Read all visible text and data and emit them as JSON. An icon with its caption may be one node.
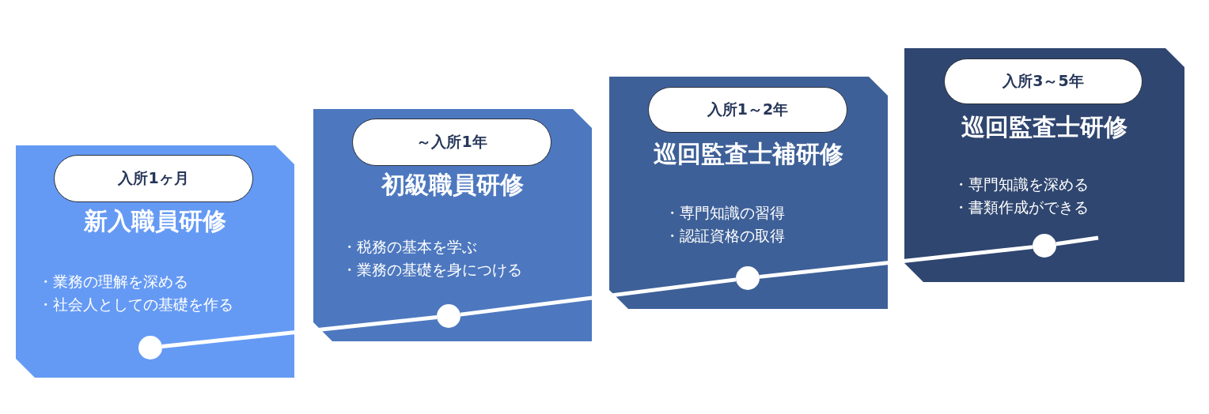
{
  "diagram": {
    "nodes": [
      {
        "text": [
          "新入職員研修",
          "・業務の理解を深める",
          "・社会人としての基礎を作る"
        ]
      },
      {
        "text": [
          "入所1ヶ月"
        ],
        "in": 0
      },
      {
        "text": [
          "初級職員研修",
          "・税務の基本を学ぶ",
          "・業務の基礎を身につける"
        ]
      },
      {
        "text": [
          "～入所1年"
        ],
        "in": 2
      },
      {
        "text": [
          "巡回監査士補研修",
          "・専門知識の習得",
          "・認証資格の取得"
        ]
      },
      {
        "text": [
          "入所1～2年"
        ],
        "in": 4
      },
      {
        "text": [
          "巡回監査士研修",
          "・専門知識を深める",
          "・書類作成ができる"
        ]
      },
      {
        "text": [
          "入所3～5年"
        ],
        "in": 6
      },
      {
        "text": [],
        "shape": "circle",
        "in": 0
      },
      {
        "text": [],
        "shape": "circle",
        "in": 2
      },
      {
        "text": [],
        "shape": "circle",
        "in": 4
      },
      {
        "text": [],
        "shape": "circle",
        "in": 6
      }
    ],
    "edges": [
      {
        "from": 8,
        "to": 9,
        "arrow": "none"
      },
      {
        "from": 9,
        "to": 10,
        "arrow": "none"
      },
      {
        "from": 10,
        "to": 11,
        "arrow": "none"
      },
      {
        "from": 11,
        "to": null,
        "arrow": "none"
      }
    ]
  }
}
